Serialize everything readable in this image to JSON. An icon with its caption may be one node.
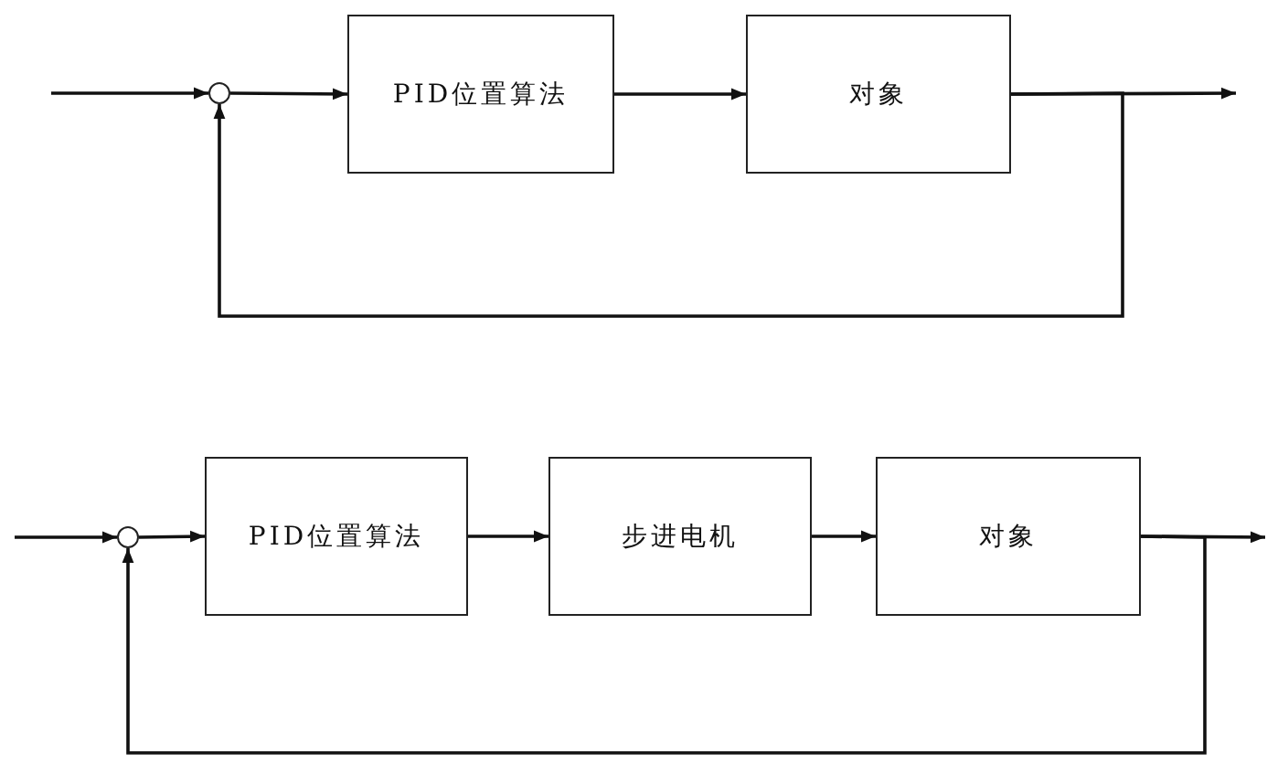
{
  "diagram": {
    "nodes": [
      {
        "text": [],
        "shape": "circle"
      },
      {
        "text": [
          "PID位置算法"
        ]
      },
      {
        "text": [
          "对象"
        ]
      },
      {
        "text": [],
        "shape": "circle"
      },
      {
        "text": [
          "PID位置算法"
        ]
      },
      {
        "text": [
          "步进电机"
        ]
      },
      {
        "text": [
          "对象"
        ]
      }
    ],
    "edges": [
      {
        "from": null,
        "to": 0,
        "arrow": "to"
      },
      {
        "from": 0,
        "to": 1,
        "arrow": "to"
      },
      {
        "from": 1,
        "to": 2,
        "arrow": "to"
      },
      {
        "from": 2,
        "to": null,
        "arrow": "to"
      },
      {
        "from": 2,
        "to": 0,
        "arrow": "to"
      },
      {
        "from": null,
        "to": 3,
        "arrow": "to"
      },
      {
        "from": 3,
        "to": 4,
        "arrow": "to"
      },
      {
        "from": 4,
        "to": 5,
        "arrow": "to"
      },
      {
        "from": 5,
        "to": 6,
        "arrow": "to"
      },
      {
        "from": 6,
        "to": null,
        "arrow": "to"
      },
      {
        "from": 6,
        "to": 3,
        "arrow": "to"
      }
    ]
  }
}
